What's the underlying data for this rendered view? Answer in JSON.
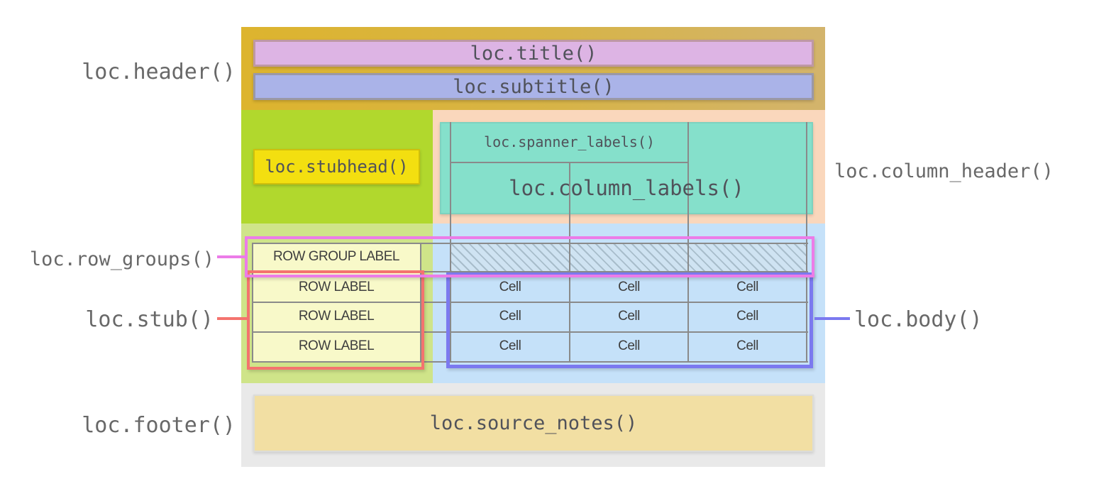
{
  "left_labels": {
    "header": "loc.header()",
    "row_groups": "loc.row_groups()",
    "stub": "loc.stub()",
    "footer": "loc.footer()"
  },
  "right_labels": {
    "column_header": "loc.column_header()",
    "body": "loc.body()"
  },
  "table": {
    "header": {
      "title": "loc.title()",
      "subtitle": "loc.subtitle()"
    },
    "column_header": {
      "stubhead": "loc.stubhead()",
      "spanner_labels": "loc.spanner_labels()",
      "column_labels": "loc.column_labels()"
    },
    "body": {
      "row_group_label": "ROW GROUP LABEL",
      "row_labels": [
        "ROW LABEL",
        "ROW LABEL",
        "ROW LABEL"
      ],
      "cell_rows": [
        [
          "Cell",
          "Cell",
          "Cell"
        ],
        [
          "Cell",
          "Cell",
          "Cell"
        ],
        [
          "Cell",
          "Cell",
          "Cell"
        ]
      ]
    },
    "footer": {
      "source_notes": "loc.source_notes()"
    }
  },
  "colors": {
    "header_band_left": "#ddb42e",
    "header_band_right": "#d3b46c",
    "title_bg": "#ddb4e4",
    "subtitle_bg": "#aab3e8",
    "stubhead_band": "#b1d82d",
    "stubhead_bg": "#f3df10",
    "column_header_band": "#fad7bc",
    "column_labels_bg": "#85e0cb",
    "stub_band": "#cfe489",
    "body_band": "#c5e1f9",
    "stub_cell_bg": "#f8f9c9",
    "hatch_bg": "#cfe3f2",
    "hatch_stripe": "#a8bdcb",
    "gridline": "#8a8a8a",
    "row_groups_outline": "#ec7ce8",
    "stub_outline": "#f4736e",
    "body_outline": "#7b79ef",
    "footer_band": "#e9e9e9",
    "source_notes_bg": "#f2dfa3",
    "label_text": "#686868"
  }
}
